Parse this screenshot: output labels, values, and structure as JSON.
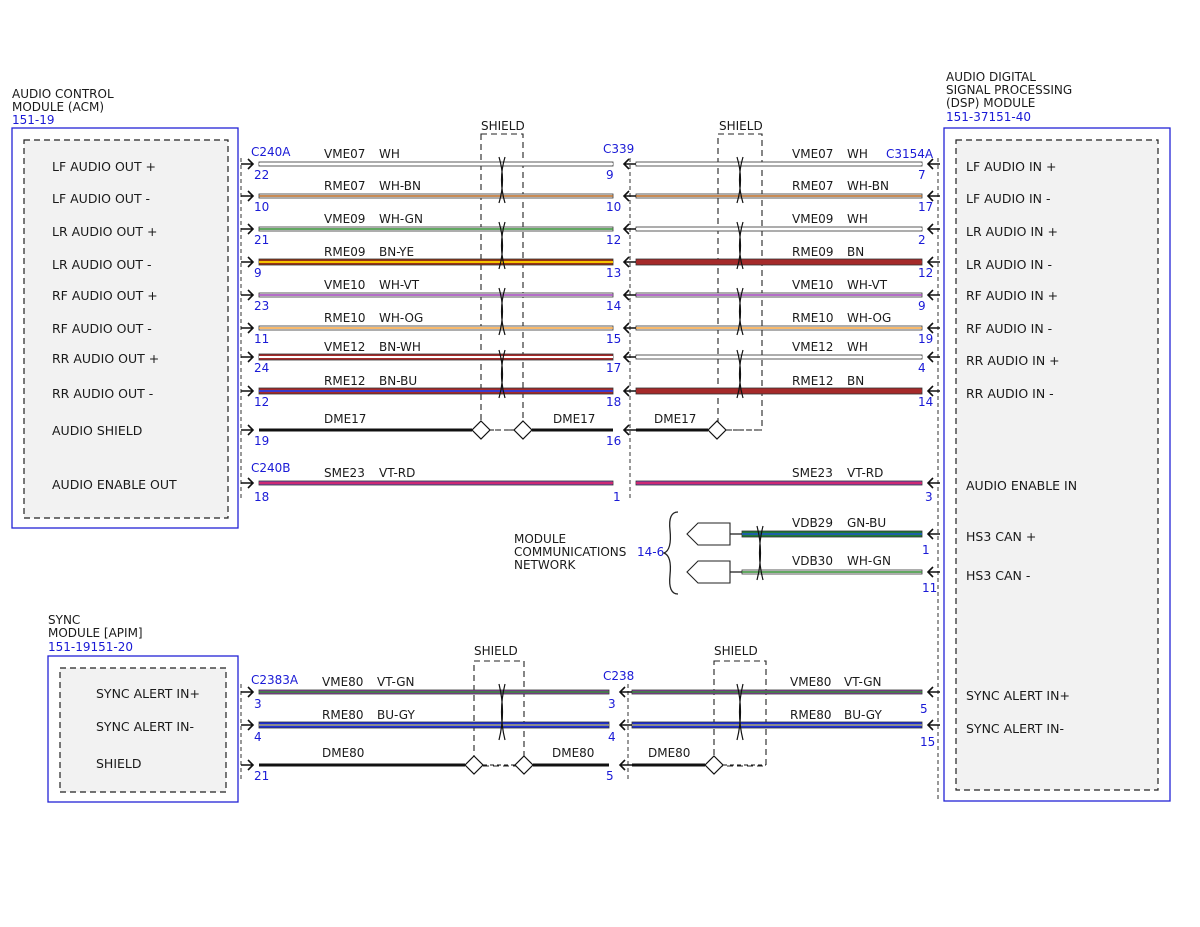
{
  "modules": {
    "acm": {
      "title_lines": [
        "AUDIO CONTROL",
        "MODULE (ACM)"
      ],
      "ref": "151-19",
      "pins": [
        "LF AUDIO OUT +",
        "LF AUDIO OUT -",
        "LR AUDIO OUT +",
        "LR AUDIO OUT -",
        "RF AUDIO OUT +",
        "RF AUDIO OUT -",
        "RR AUDIO OUT +",
        "RR AUDIO OUT -",
        "AUDIO SHIELD",
        "AUDIO ENABLE OUT"
      ]
    },
    "dsp": {
      "title_lines": [
        "AUDIO DIGITAL",
        "SIGNAL PROCESSING",
        "(DSP) MODULE"
      ],
      "ref": "151-37151-40",
      "pins": [
        "LF AUDIO IN +",
        "LF AUDIO IN -",
        "LR AUDIO IN +",
        "LR AUDIO IN -",
        "RF AUDIO IN +",
        "RF AUDIO IN -",
        "RR AUDIO IN +",
        "RR AUDIO IN -",
        "AUDIO ENABLE IN",
        "HS3 CAN +",
        "HS3 CAN -",
        "SYNC ALERT IN+",
        "SYNC ALERT IN-"
      ]
    },
    "sync": {
      "title_lines": [
        "SYNC",
        "MODULE [APIM]"
      ],
      "ref": "151-19151-20",
      "pins": [
        "SYNC ALERT IN+",
        "SYNC ALERT IN-",
        "SHIELD"
      ]
    }
  },
  "connectors": {
    "c240a": "C240A",
    "c339": "C339",
    "c3154a": "C3154A",
    "c240b": "C240B",
    "c2383a": "C2383A",
    "c238": "C238"
  },
  "shield_label": "SHIELD",
  "network": {
    "lines": [
      "MODULE",
      "COMMUNICATIONS",
      "NETWORK"
    ],
    "ref": "14-6"
  },
  "circuits": {
    "audio": [
      {
        "left_circuit": "VME07",
        "left_color": "WH",
        "right_circuit": "VME07",
        "right_color": "WH",
        "pins": [
          "22",
          "9",
          "9",
          "7"
        ],
        "left_colors": [
          "#ffffff",
          "#ffffff"
        ],
        "right_colors": [
          "#ffffff",
          "#ffffff"
        ]
      },
      {
        "left_circuit": "RME07",
        "left_color": "WH-BN",
        "right_circuit": "RME07",
        "right_color": "WH-BN",
        "pins": [
          "10",
          "10",
          "10",
          "17"
        ],
        "left_colors": [
          "#ffffff",
          "#b5651d"
        ],
        "right_colors": [
          "#ffffff",
          "#b5651d"
        ]
      },
      {
        "left_circuit": "VME09",
        "left_color": "WH-GN",
        "right_circuit": "VME09",
        "right_color": "WH",
        "pins": [
          "21",
          "12",
          "12",
          "2"
        ],
        "left_colors": [
          "#ffffff",
          "#2e8b2e"
        ],
        "right_colors": [
          "#ffffff",
          "#ffffff"
        ]
      },
      {
        "left_circuit": "RME09",
        "left_color": "BN-YE",
        "right_circuit": "RME09",
        "right_color": "BN",
        "pins": [
          "9",
          "13",
          "13",
          "12"
        ],
        "left_colors": [
          "#9a3412",
          "#f5c400"
        ],
        "right_colors": [
          "#a52a2a",
          "#a52a2a"
        ]
      },
      {
        "left_circuit": "VME10",
        "left_color": "WH-VT",
        "right_circuit": "VME10",
        "right_color": "WH-VT",
        "pins": [
          "23",
          "14",
          "14",
          "9"
        ],
        "left_colors": [
          "#ffffff",
          "#9b3fb5"
        ],
        "right_colors": [
          "#ffffff",
          "#9b3fb5"
        ]
      },
      {
        "left_circuit": "RME10",
        "left_color": "WH-OG",
        "right_circuit": "RME10",
        "right_color": "WH-OG",
        "pins": [
          "11",
          "15",
          "15",
          "19"
        ],
        "left_colors": [
          "#ffffff",
          "#f5a23a"
        ],
        "right_colors": [
          "#ffffff",
          "#f5a23a"
        ]
      },
      {
        "left_circuit": "VME12",
        "left_color": "BN-WH",
        "right_circuit": "VME12",
        "right_color": "WH",
        "pins": [
          "24",
          "17",
          "17",
          "4"
        ],
        "left_colors": [
          "#a52a2a",
          "#ffffff"
        ],
        "right_colors": [
          "#ffffff",
          "#ffffff"
        ]
      },
      {
        "left_circuit": "RME12",
        "left_color": "BN-BU",
        "right_circuit": "RME12",
        "right_color": "BN",
        "pins": [
          "12",
          "18",
          "18",
          "14"
        ],
        "left_colors": [
          "#a52a2a",
          "#3a3acc"
        ],
        "right_colors": [
          "#a52a2a",
          "#a52a2a"
        ]
      }
    ],
    "audio_drain": {
      "left_circuit": "DME17",
      "mid_circuit": "DME17",
      "right_circuit": "DME17",
      "pins": [
        "19",
        "16"
      ]
    },
    "enable": {
      "left_circuit": "SME23",
      "left_color": "VT-RD",
      "right_circuit": "SME23",
      "right_color": "VT-RD",
      "pins": [
        "18",
        "1",
        "3"
      ],
      "colors": [
        "#9b3fb5",
        "#e0245e"
      ]
    },
    "can": [
      {
        "circuit": "VDB29",
        "color": "GN-BU",
        "pin": "1",
        "colors": [
          "#1f7a3a",
          "#1f5fa8"
        ]
      },
      {
        "circuit": "VDB30",
        "color": "WH-GN",
        "pin": "11",
        "colors": [
          "#ffffff",
          "#2e8b2e"
        ]
      }
    ],
    "sync": [
      {
        "left_circuit": "VME80",
        "left_color": "VT-GN",
        "right_circuit": "VME80",
        "right_color": "VT-GN",
        "pins": [
          "3",
          "3",
          "5"
        ],
        "colors": [
          "#9b3fb5",
          "#2e8b2e"
        ]
      },
      {
        "left_circuit": "RME80",
        "left_color": "BU-GY",
        "right_circuit": "RME80",
        "right_color": "BU-GY",
        "pins": [
          "4",
          "4",
          "15"
        ],
        "colors": [
          "#1f2fd6",
          "#8a8a8a"
        ]
      }
    ],
    "sync_drain": {
      "left_circuit": "DME80",
      "mid_circuit": "DME80",
      "right_circuit": "DME80",
      "pins": [
        "21",
        "5"
      ]
    }
  }
}
